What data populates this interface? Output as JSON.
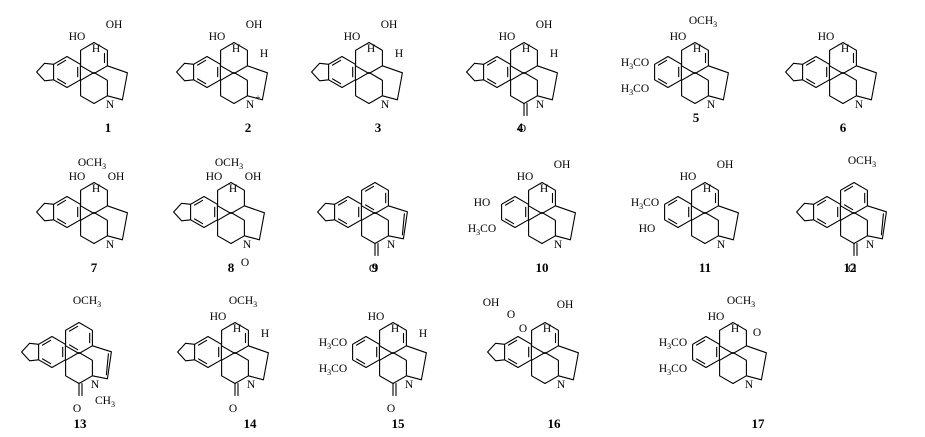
{
  "compounds": [
    {
      "number": "1",
      "labels": [
        "OH",
        "HO",
        "H",
        "N"
      ]
    },
    {
      "number": "2",
      "labels": [
        "OH",
        "HO",
        "H",
        "H",
        "N",
        "+"
      ]
    },
    {
      "number": "3",
      "labels": [
        "OH",
        "HO",
        "H",
        "H",
        "N"
      ]
    },
    {
      "number": "4",
      "labels": [
        "OH",
        "HO",
        "H",
        "H",
        "N",
        "O"
      ]
    },
    {
      "number": "5",
      "labels": [
        "OCH3",
        "HO",
        "H3CO",
        "H3CO",
        "H",
        "N"
      ]
    },
    {
      "number": "6",
      "labels": [
        "HO",
        "H",
        "N"
      ]
    },
    {
      "number": "7",
      "labels": [
        "OCH3",
        "HO",
        "OH",
        "H",
        "N"
      ]
    },
    {
      "number": "8",
      "labels": [
        "OCH3",
        "HO",
        "OH",
        "H",
        "N",
        "O"
      ]
    },
    {
      "number": "9",
      "labels": [
        "N",
        "O"
      ]
    },
    {
      "number": "10",
      "labels": [
        "OH",
        "HO",
        "HO",
        "H3CO",
        "H",
        "N"
      ]
    },
    {
      "number": "11",
      "labels": [
        "OH",
        "HO",
        "H3CO",
        "HO",
        "H",
        "N"
      ]
    },
    {
      "number": "12",
      "labels": [
        "OCH3",
        "N",
        "O"
      ]
    },
    {
      "number": "13",
      "labels": [
        "OCH3",
        "N",
        "CH3",
        "O"
      ]
    },
    {
      "number": "14",
      "labels": [
        "OCH3",
        "HO",
        "H",
        "H",
        "N",
        "O"
      ]
    },
    {
      "number": "15",
      "labels": [
        "HO",
        "H3CO",
        "H3CO",
        "H",
        "H",
        "N",
        "O"
      ]
    },
    {
      "number": "16",
      "labels": [
        "OH",
        "O",
        "O",
        "OH",
        "H",
        "N"
      ]
    },
    {
      "number": "17",
      "labels": [
        "OCH3",
        "HO",
        "H3CO",
        "H3CO",
        "H",
        "O",
        "N"
      ]
    }
  ]
}
